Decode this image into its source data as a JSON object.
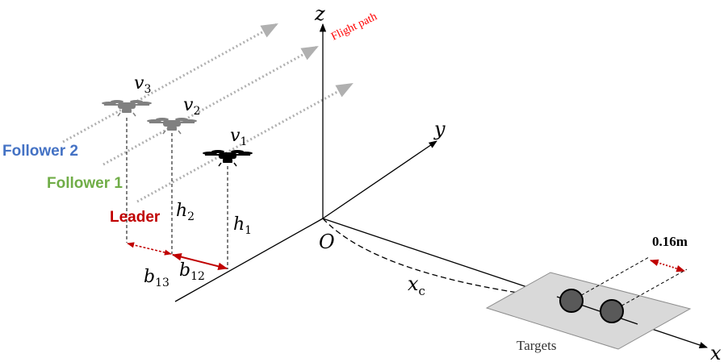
{
  "axes": {
    "z": "z",
    "y": "y",
    "x": "x",
    "origin": "O"
  },
  "flight_path_label": "Flight path",
  "drones": [
    {
      "role": "Follower 2",
      "velocity": "v",
      "velocity_sub": "3",
      "color": "#4472c4",
      "body_color": "#808080"
    },
    {
      "role": "Follower 1",
      "velocity": "v",
      "velocity_sub": "2",
      "color": "#70ad47",
      "body_color": "#808080"
    },
    {
      "role": "Leader",
      "velocity": "v",
      "velocity_sub": "1",
      "color": "#c00000",
      "body_color": "#000000"
    }
  ],
  "heights": [
    {
      "symbol": "h",
      "sub": "2"
    },
    {
      "symbol": "h",
      "sub": "1"
    }
  ],
  "baselines": [
    {
      "symbol": "b",
      "sub": "13"
    },
    {
      "symbol": "b",
      "sub": "12"
    }
  ],
  "xc": {
    "symbol": "x",
    "sub": "c"
  },
  "targets_label": "Targets",
  "spacing_label": "0.16m",
  "colors": {
    "path_arrow": "#b0b0b0",
    "spacing_arrow": "#c00000",
    "flight_path_text": "#ff0000",
    "target_plane": "#d9d9d9",
    "target": "#595959"
  }
}
